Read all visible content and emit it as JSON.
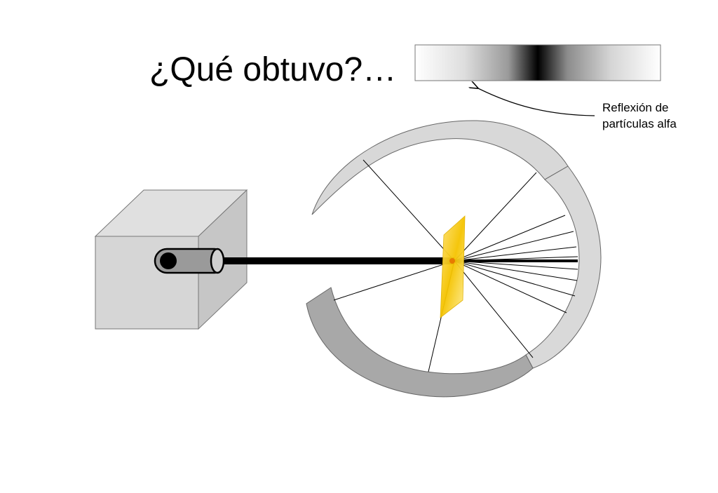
{
  "slide": {
    "title": "¿Qué obtuvo?…",
    "caption_line1": "Reflexión de",
    "caption_line2": "partículas alfa"
  },
  "colors": {
    "screen_light": "#d9d9d9",
    "screen_dark": "#b0b0b0",
    "box_front": "#d6d6d6",
    "box_top": "#e0e0e0",
    "box_side": "#c8c8c8",
    "gold_foil": "#f2c000",
    "beam": "#000000"
  }
}
